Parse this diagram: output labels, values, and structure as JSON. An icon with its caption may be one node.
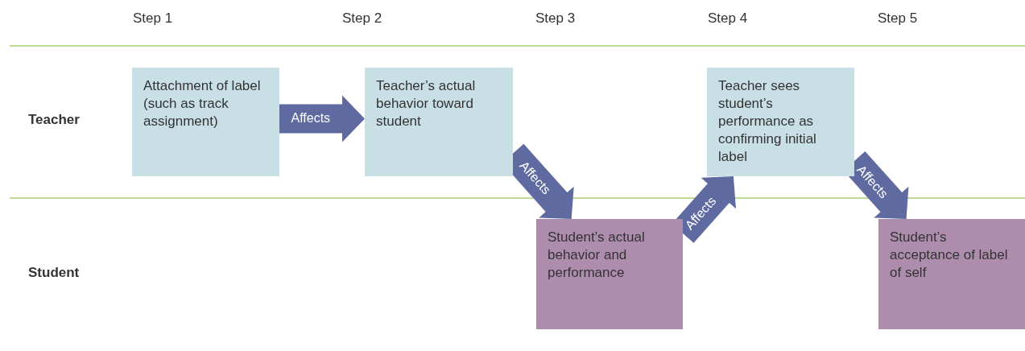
{
  "diagram": {
    "nodes": [
      {
        "text": [
          "Attachment of label (such as track assignment)"
        ]
      },
      {
        "text": [
          "Teacher’s actual behavior toward student"
        ]
      },
      {
        "text": [
          "Student’s actual behavior and performance"
        ]
      },
      {
        "text": [
          "Teacher sees student’s performance as confirming initial label"
        ]
      },
      {
        "text": [
          "Student’s acceptance of label of self"
        ]
      }
    ],
    "edges": [
      {
        "from": 0,
        "to": 1,
        "arrow": "to",
        "label": "Affects"
      },
      {
        "from": 1,
        "to": 2,
        "arrow": "to",
        "label": "Affects"
      },
      {
        "from": 2,
        "to": 3,
        "arrow": "to",
        "label": "Affects"
      },
      {
        "from": 3,
        "to": 4,
        "arrow": "to",
        "label": "Affects"
      }
    ],
    "labels": [
      "Step 1",
      "Step 2",
      "Step 3",
      "Step 4",
      "Step 5",
      "Teacher",
      "Student"
    ]
  }
}
